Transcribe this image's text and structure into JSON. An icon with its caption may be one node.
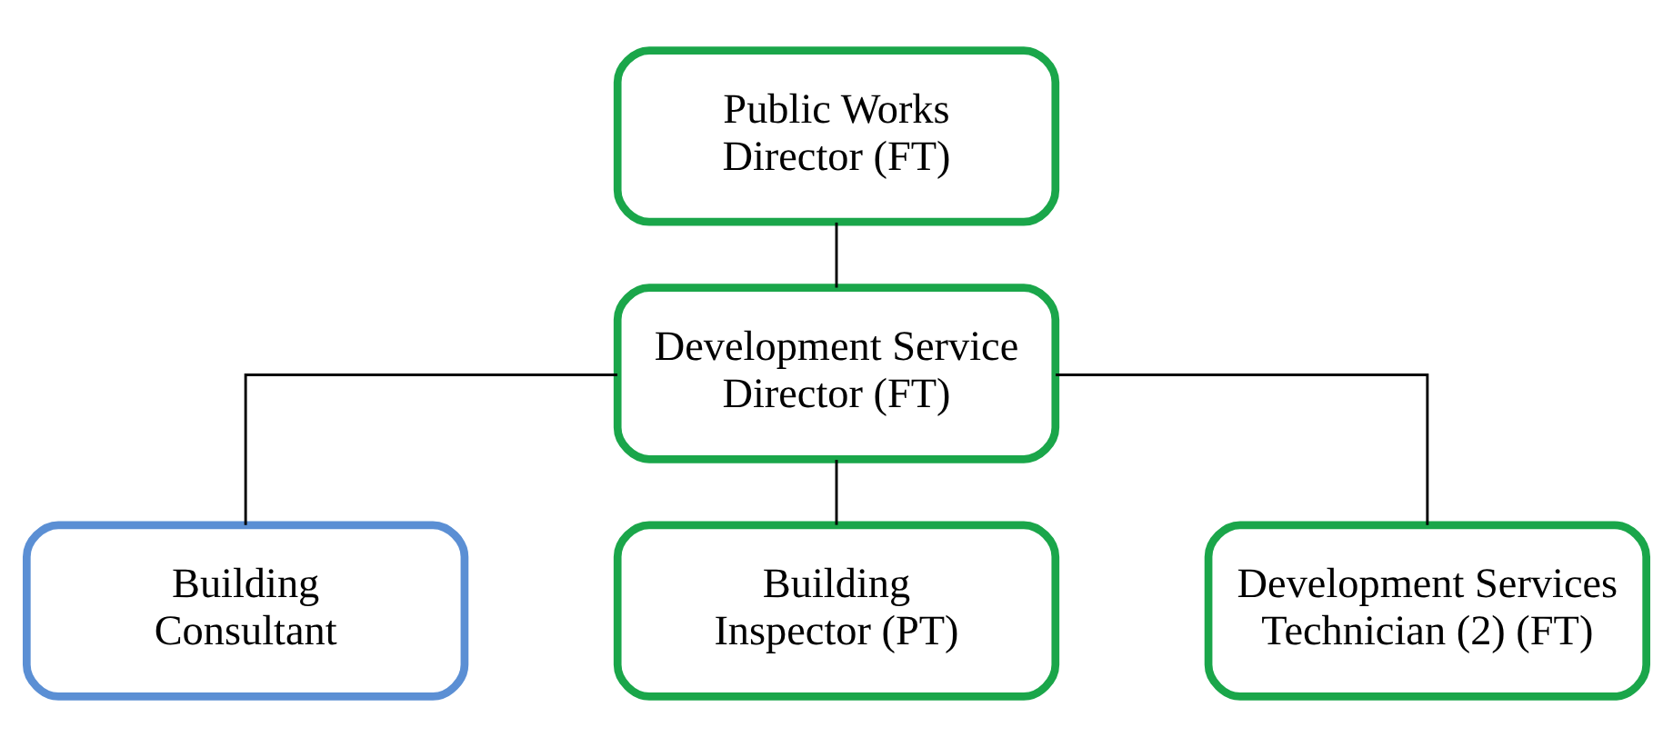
{
  "diagram": {
    "nodes": [
      {
        "text": [
          "Public Works Director (FT)"
        ]
      },
      {
        "text": [
          "Development Service Director (FT)"
        ]
      },
      {
        "text": [
          "Building Consultant"
        ]
      },
      {
        "text": [
          "Building Inspector (PT)"
        ]
      },
      {
        "text": [
          "Development Services Technician (2) (FT)"
        ]
      }
    ],
    "edges": [
      {
        "from": 0,
        "to": 1,
        "arrow": "none"
      },
      {
        "from": 1,
        "to": 2,
        "arrow": "none"
      },
      {
        "from": 1,
        "to": 3,
        "arrow": "none"
      },
      {
        "from": 1,
        "to": 4,
        "arrow": "none"
      }
    ]
  }
}
